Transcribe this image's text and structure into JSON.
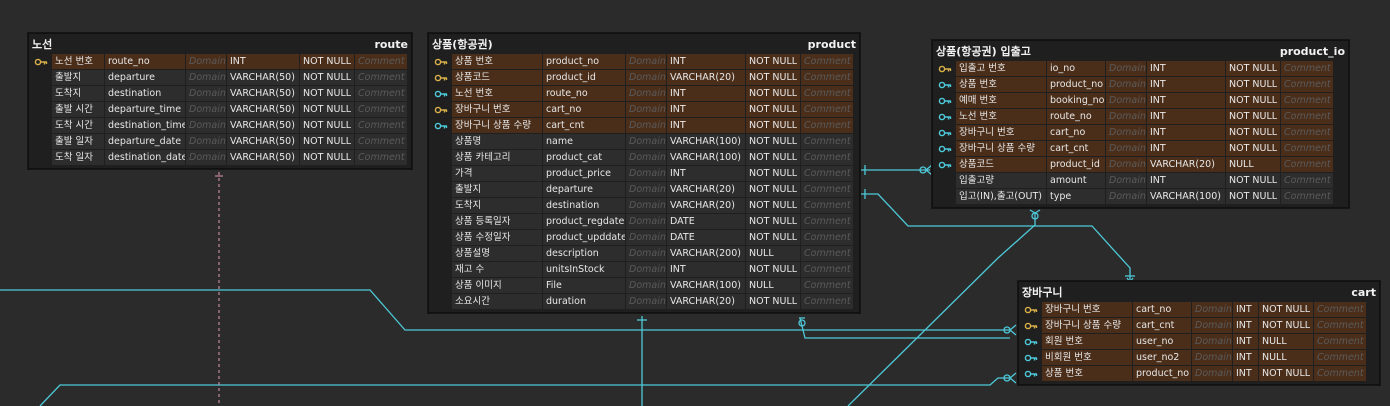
{
  "colors": {
    "background": "#2b2b2b",
    "relation_line": "#4ec9d8",
    "pk_row": "#4b2e19",
    "dashed_line": "#e39ab4"
  },
  "placeholders": {
    "domain": "Domain",
    "comment": "Comment"
  },
  "entities": [
    {
      "id": "route",
      "logical_name": "노선",
      "physical_name": "route",
      "rows": [
        {
          "icon": "pk-icon",
          "name": "노선 번호",
          "column": "route_no",
          "type": "INT",
          "null": "NOT NULL",
          "key": true
        },
        {
          "icon": "",
          "name": "출발지",
          "column": "departure",
          "type": "VARCHAR(50)",
          "null": "NOT NULL",
          "key": false
        },
        {
          "icon": "",
          "name": "도착지",
          "column": "destination",
          "type": "VARCHAR(50)",
          "null": "NOT NULL",
          "key": false
        },
        {
          "icon": "",
          "name": "출발 시간",
          "column": "departure_time",
          "type": "VARCHAR(50)",
          "null": "NOT NULL",
          "key": false
        },
        {
          "icon": "",
          "name": "도착 시간",
          "column": "destination_time",
          "type": "VARCHAR(50)",
          "null": "NOT NULL",
          "key": false
        },
        {
          "icon": "",
          "name": "출발 일자",
          "column": "departure_date",
          "type": "VARCHAR(50)",
          "null": "NOT NULL",
          "key": false
        },
        {
          "icon": "",
          "name": "도착 일자",
          "column": "destination_date",
          "type": "VARCHAR(50)",
          "null": "NOT NULL",
          "key": false
        }
      ]
    },
    {
      "id": "product",
      "logical_name": "상품(항공권)",
      "physical_name": "product",
      "rows": [
        {
          "icon": "pk-icon",
          "name": "상품 번호",
          "column": "product_no",
          "type": "INT",
          "null": "NOT NULL",
          "key": true
        },
        {
          "icon": "pk-icon",
          "name": "상품코드",
          "column": "product_id",
          "type": "VARCHAR(20)",
          "null": "NOT NULL",
          "key": true
        },
        {
          "icon": "fk-icon",
          "name": "노선 번호",
          "column": "route_no",
          "type": "INT",
          "null": "NOT NULL",
          "key": true
        },
        {
          "icon": "pk-icon",
          "name": "장바구니 번호",
          "column": "cart_no",
          "type": "INT",
          "null": "NOT NULL",
          "key": true
        },
        {
          "icon": "fk-icon",
          "name": "장바구니 상품 수량",
          "column": "cart_cnt",
          "type": "INT",
          "null": "NOT NULL",
          "key": true
        },
        {
          "icon": "",
          "name": "상품명",
          "column": "name",
          "type": "VARCHAR(100)",
          "null": "NOT NULL",
          "key": false
        },
        {
          "icon": "",
          "name": "상품 카테고리",
          "column": "product_cat",
          "type": "VARCHAR(100)",
          "null": "NOT NULL",
          "key": false
        },
        {
          "icon": "",
          "name": "가격",
          "column": "product_price",
          "type": "INT",
          "null": "NOT NULL",
          "key": false
        },
        {
          "icon": "",
          "name": "출발지",
          "column": "departure",
          "type": "VARCHAR(20)",
          "null": "NOT NULL",
          "key": false
        },
        {
          "icon": "",
          "name": "도착지",
          "column": "destination",
          "type": "VARCHAR(20)",
          "null": "NOT NULL",
          "key": false
        },
        {
          "icon": "",
          "name": "상품 등록일자",
          "column": "product_regdate",
          "type": "DATE",
          "null": "NOT NULL",
          "key": false
        },
        {
          "icon": "",
          "name": "상품 수정일자",
          "column": "product_upddate",
          "type": "DATE",
          "null": "NOT NULL",
          "key": false
        },
        {
          "icon": "",
          "name": "상품설명",
          "column": "description",
          "type": "VARCHAR(200)",
          "null": "NULL",
          "key": false
        },
        {
          "icon": "",
          "name": "재고 수",
          "column": "unitsInStock",
          "type": "INT",
          "null": "NOT NULL",
          "key": false
        },
        {
          "icon": "",
          "name": "상품 이미지",
          "column": "File",
          "type": "VARCHAR(100)",
          "null": "NULL",
          "key": false
        },
        {
          "icon": "",
          "name": "소요시간",
          "column": "duration",
          "type": "VARCHAR(20)",
          "null": "NOT NULL",
          "key": false
        }
      ]
    },
    {
      "id": "product_io",
      "logical_name": "상품(항공권) 입출고",
      "physical_name": "product_io",
      "rows": [
        {
          "icon": "pk-icon",
          "name": "입출고 번호",
          "column": "io_no",
          "type": "INT",
          "null": "NOT NULL",
          "key": true
        },
        {
          "icon": "fk-icon",
          "name": "상품 번호",
          "column": "product_no",
          "type": "INT",
          "null": "NOT NULL",
          "key": true
        },
        {
          "icon": "fk-icon",
          "name": "예매 번호",
          "column": "booking_no",
          "type": "INT",
          "null": "NOT NULL",
          "key": true
        },
        {
          "icon": "fk-icon",
          "name": "노선 번호",
          "column": "route_no",
          "type": "INT",
          "null": "NOT NULL",
          "key": true
        },
        {
          "icon": "fk-icon",
          "name": "장바구니 번호",
          "column": "cart_no",
          "type": "INT",
          "null": "NOT NULL",
          "key": true
        },
        {
          "icon": "fk-icon",
          "name": "장바구니 상품 수량",
          "column": "cart_cnt",
          "type": "INT",
          "null": "NOT NULL",
          "key": true
        },
        {
          "icon": "fk-icon",
          "name": "상품코드",
          "column": "product_id",
          "type": "VARCHAR(20)",
          "null": "NULL",
          "key": true
        },
        {
          "icon": "",
          "name": "입출고량",
          "column": "amount",
          "type": "INT",
          "null": "NOT NULL",
          "key": false
        },
        {
          "icon": "",
          "name": "입고(IN),출고(OUT)",
          "column": "type",
          "type": "VARCHAR(100)",
          "null": "NOT NULL",
          "key": false
        }
      ]
    },
    {
      "id": "cart",
      "logical_name": "장바구니",
      "physical_name": "cart",
      "rows": [
        {
          "icon": "pk-icon",
          "name": "장바구니 번호",
          "column": "cart_no",
          "type": "INT",
          "null": "NOT NULL",
          "key": true
        },
        {
          "icon": "pk-icon",
          "name": "장바구니 상품 수량",
          "column": "cart_cnt",
          "type": "INT",
          "null": "NOT NULL",
          "key": true
        },
        {
          "icon": "fk-icon",
          "name": "회원 번호",
          "column": "user_no",
          "type": "INT",
          "null": "NULL",
          "key": true
        },
        {
          "icon": "fk-icon",
          "name": "비회원 번호",
          "column": "user_no2",
          "type": "INT",
          "null": "NULL",
          "key": true
        },
        {
          "icon": "fk-icon",
          "name": "상품 번호",
          "column": "product_no",
          "type": "INT",
          "null": "NOT NULL",
          "key": true
        }
      ]
    }
  ]
}
